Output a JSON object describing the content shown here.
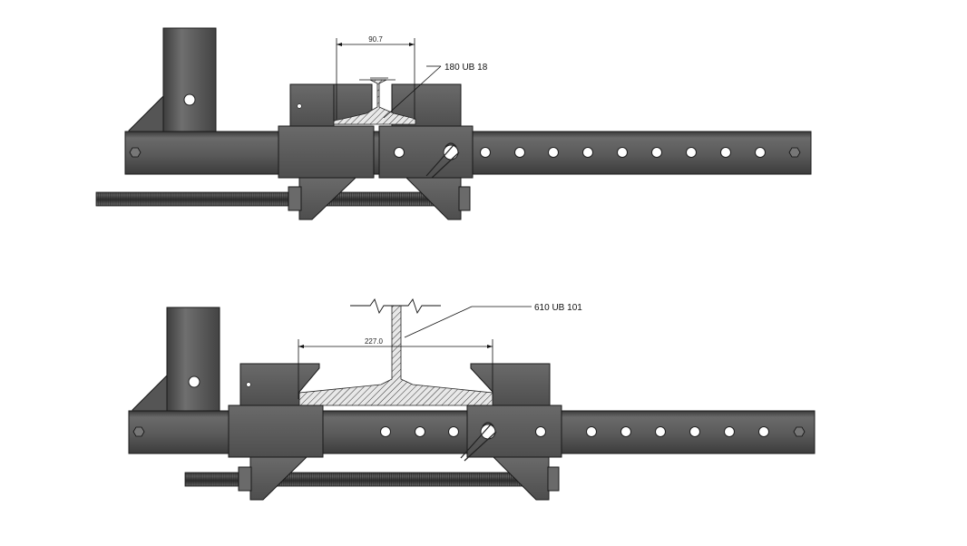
{
  "views": [
    {
      "id": "top",
      "dimension_label": "90.7",
      "callout_label": "180 UB 18"
    },
    {
      "id": "bottom",
      "dimension_label": "227.0",
      "callout_label": "610 UB 101"
    }
  ],
  "colors": {
    "steel_dark": "#4a4a4a",
    "steel_mid": "#5c5c5c",
    "steel_light": "#6e6e6e",
    "hole": "#ffffff",
    "hatch": "#333333",
    "line": "#111111"
  },
  "icons": [
    "cotter-pin-icon",
    "hex-nut-icon",
    "bolt-hole-icon"
  ]
}
